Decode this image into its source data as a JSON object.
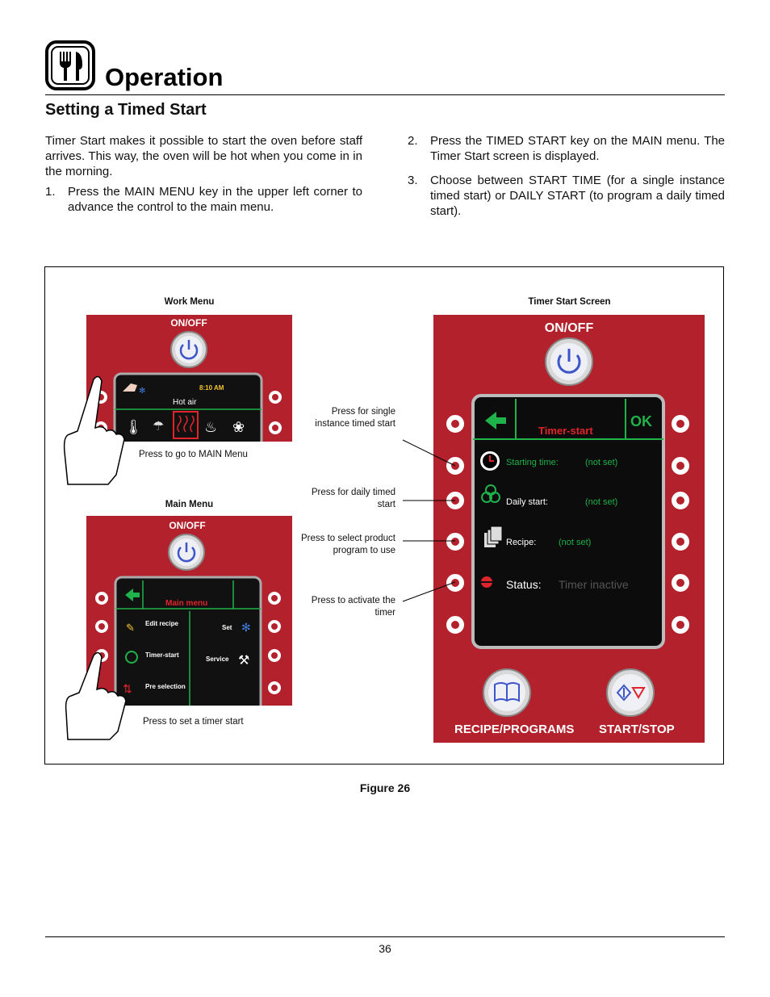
{
  "header": {
    "title": "Operation",
    "subtitle": "Setting a Timed Start"
  },
  "body": {
    "intro": "Timer Start makes it possible to start the oven before staff arrives. This way, the oven will be hot when you come in in the morning.",
    "steps": [
      {
        "num": "1.",
        "text": "Press the MAIN MENU key in the upper left corner to advance the control to the main  menu."
      },
      {
        "num": "2.",
        "text": "Press the TIMED START key on the MAIN menu. The Timer Start screen is displayed."
      },
      {
        "num": "3.",
        "text": "Choose between START TIME (for a single instance timed start) or DAILY START (to program a daily timed start)."
      }
    ]
  },
  "figure": {
    "work_menu": {
      "title": "Work Menu",
      "on_off": "ON/OFF",
      "time": "8:10 AM",
      "mode": "Hot air",
      "caption": "Press to go to MAIN Menu"
    },
    "main_menu": {
      "title": "Main Menu",
      "on_off": "ON/OFF",
      "header": "Main menu",
      "items_left": [
        "Edit recipe",
        "Timer-start",
        "Pre selection"
      ],
      "items_right": [
        "Set",
        "Service"
      ],
      "caption": "Press to set a timer start"
    },
    "timer_screen": {
      "title": "Timer Start Screen",
      "on_off": "ON/OFF",
      "header": "Timer-start",
      "ok": "OK",
      "rows": [
        {
          "label": "Starting time:",
          "value": "(not set)"
        },
        {
          "label": "Daily start:",
          "value": "(not set)"
        },
        {
          "label": "Recipe:",
          "value": "(not set)"
        },
        {
          "label": "Status:",
          "value": "Timer inactive"
        }
      ],
      "btn_left": "RECIPE/PROGRAMS",
      "btn_right": "START/STOP"
    },
    "callouts": [
      "Press for single instance timed start",
      "Press for daily timed start",
      "Press to select product program to use",
      "Press to activate the timer"
    ],
    "label": "Figure 26"
  },
  "footer": {
    "page": "36"
  },
  "colors": {
    "panel_red": "#b3222c",
    "screen_green": "#1fb24a",
    "screen_red": "#e0242b"
  }
}
